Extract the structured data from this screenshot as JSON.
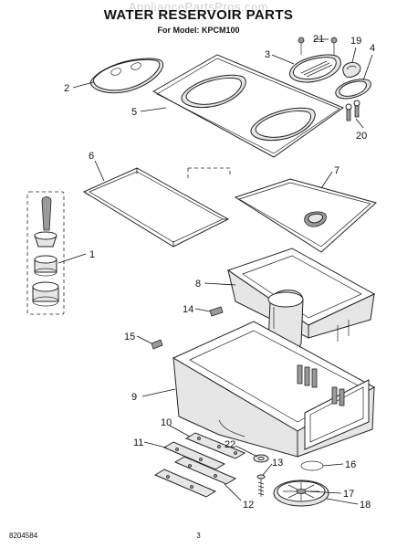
{
  "header": {
    "watermark": "AppliancePartsPros.com",
    "title": "WATER RESERVOIR PARTS",
    "subtitle": "For Model: KPCM100"
  },
  "callouts": [
    "1",
    "2",
    "3",
    "4",
    "5",
    "6",
    "7",
    "8",
    "9",
    "10",
    "11",
    "12",
    "13",
    "14",
    "15",
    "16",
    "17",
    "18",
    "19",
    "20",
    "21",
    "22"
  ],
  "footer": {
    "doc_number": "8204584",
    "page_number": "3"
  }
}
